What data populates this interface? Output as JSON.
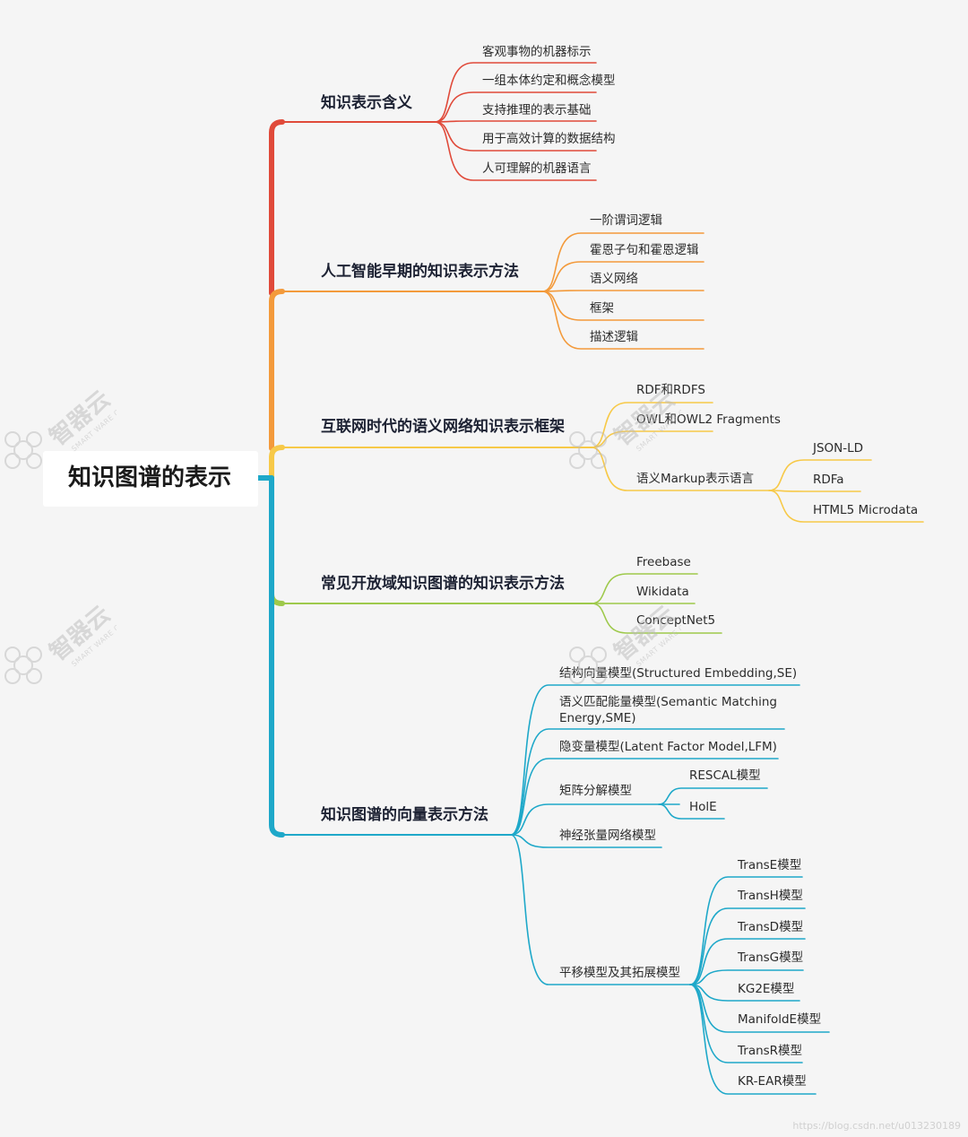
{
  "root": {
    "label": "知识图谱的表示"
  },
  "colors": {
    "red": "#e04a3a",
    "orange": "#f39a3b",
    "yellow": "#f7c948",
    "green": "#9ec94b",
    "blue": "#1ea8c9"
  },
  "branches": [
    {
      "label": "知识表示含义",
      "color": "red",
      "children": [
        {
          "label": "客观事物的机器标示"
        },
        {
          "label": "一组本体约定和概念模型"
        },
        {
          "label": "支持推理的表示基础"
        },
        {
          "label": "用于高效计算的数据结构"
        },
        {
          "label": "人可理解的机器语言"
        }
      ]
    },
    {
      "label": "人工智能早期的知识表示方法",
      "color": "orange",
      "children": [
        {
          "label": "一阶谓词逻辑"
        },
        {
          "label": "霍恩子句和霍恩逻辑"
        },
        {
          "label": "语义网络"
        },
        {
          "label": "框架"
        },
        {
          "label": "描述逻辑"
        }
      ]
    },
    {
      "label": "互联网时代的语义网络知识表示框架",
      "color": "yellow",
      "children": [
        {
          "label": "RDF和RDFS"
        },
        {
          "label": "OWL和OWL2 Fragments"
        },
        {
          "label": "语义Markup表示语言",
          "children": [
            {
              "label": "JSON-LD"
            },
            {
              "label": "RDFa"
            },
            {
              "label": "HTML5 Microdata"
            }
          ]
        }
      ]
    },
    {
      "label": "常见开放域知识图谱的知识表示方法",
      "color": "green",
      "children": [
        {
          "label": "Freebase"
        },
        {
          "label": "Wikidata"
        },
        {
          "label": "ConceptNet5"
        }
      ]
    },
    {
      "label": "知识图谱的向量表示方法",
      "color": "blue",
      "children": [
        {
          "label": "结构向量模型(Structured Embedding,SE)"
        },
        {
          "label": "语义匹配能量模型(Semantic Matching Energy,SME)"
        },
        {
          "label": "隐变量模型(Latent Factor Model,LFM)"
        },
        {
          "label": "矩阵分解模型",
          "children": [
            {
              "label": "RESCAL模型"
            },
            {
              "label": "HolE"
            }
          ]
        },
        {
          "label": "神经张量网络模型"
        },
        {
          "label": "平移模型及其拓展模型",
          "children": [
            {
              "label": "TransE模型"
            },
            {
              "label": "TransH模型"
            },
            {
              "label": "TransD模型"
            },
            {
              "label": "TransG模型"
            },
            {
              "label": "KG2E模型"
            },
            {
              "label": "ManifoldE模型"
            },
            {
              "label": "TransR模型"
            },
            {
              "label": "KR-EAR模型"
            }
          ]
        }
      ]
    }
  ],
  "watermark": {
    "name": "智器云",
    "sub": "SMART WARE CLOUD"
  },
  "footer": {
    "url": "https://blog.csdn.net/u013230189"
  }
}
